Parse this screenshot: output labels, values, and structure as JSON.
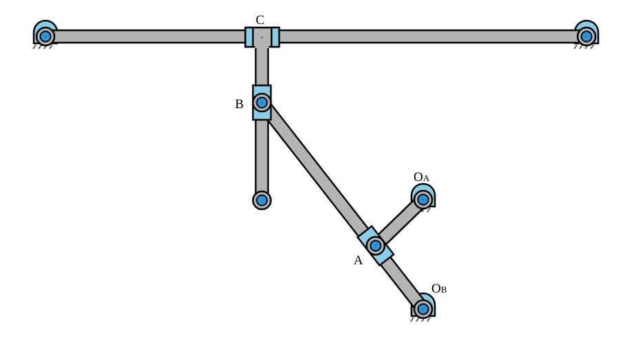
{
  "diagram": {
    "title": "",
    "labels": {
      "C": "C",
      "B": "B",
      "A": "A",
      "OA_main": "O",
      "OA_sub": "A",
      "OB_main": "O",
      "OB_sub": "B"
    },
    "colors": {
      "link_fill": "#b4b4b4",
      "slider_fill": "#87ceeb",
      "pin_fill": "#1e9be6",
      "ground_fill": "#87ceeb",
      "outline": "#000000",
      "hatch": "#555555",
      "background": "#ffffff"
    }
  }
}
